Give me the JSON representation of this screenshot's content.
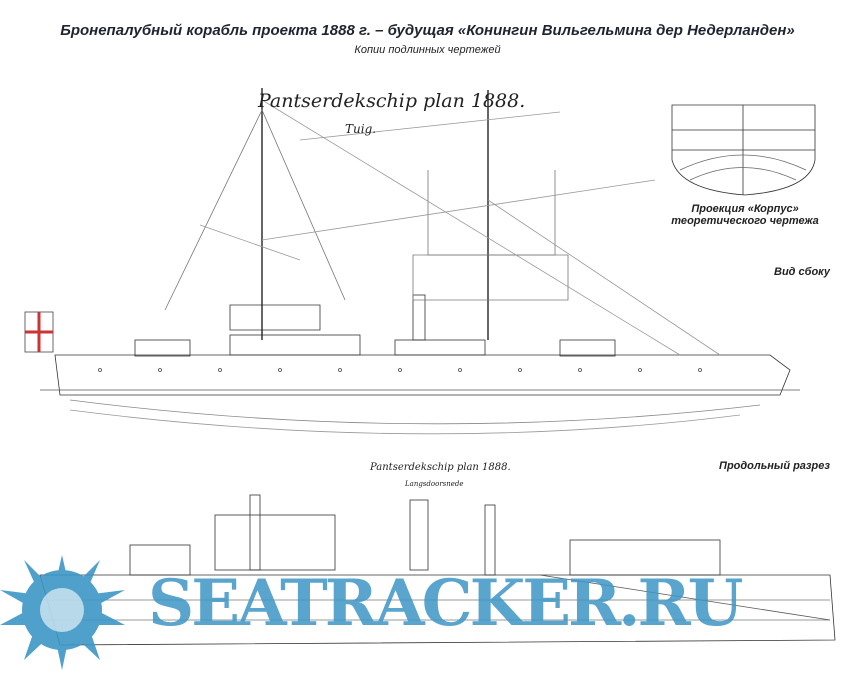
{
  "header": {
    "title": "Бронепалубный корабль проекта 1888 г. – будущая «Конингин Вильгельмина дер Недерланден»",
    "subtitle": "Копии подлинных чертежей"
  },
  "side_view": {
    "drawing_title": "Pantserdekschip plan 1888.",
    "drawing_subtitle": "Tuig.",
    "caption": "Вид сбоку"
  },
  "body_plan": {
    "caption_line1": "Проекция «Корпус»",
    "caption_line2": "теоретического чертежа"
  },
  "section_view": {
    "drawing_title": "Pantserdekschip plan 1888.",
    "drawing_subtitle": "Langsdoorsnede",
    "caption": "Продольный разрез"
  },
  "watermark": {
    "text": "SEATRACKER.RU",
    "color": "#3d96c6"
  }
}
